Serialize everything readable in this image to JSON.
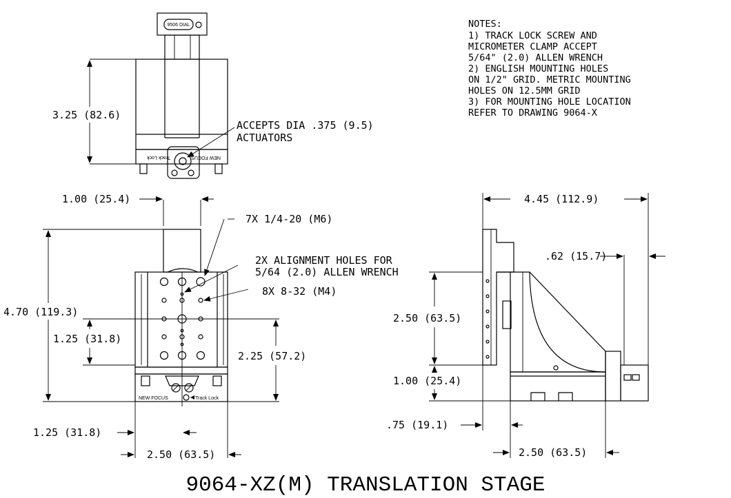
{
  "notes": {
    "heading": "NOTES:",
    "lines": [
      "1) TRACK LOCK SCREW AND",
      "MICROMETER CLAMP ACCEPT",
      "5/64\" (2.0) ALLEN WRENCH",
      "2) ENGLISH MOUNTING HOLES",
      "ON 1/2\" GRID. METRIC MOUNTING",
      "HOLES ON 12.5MM GRID",
      "3) FOR MOUNTING HOLE LOCATION",
      "REFER TO DRAWING 9064-X"
    ]
  },
  "top_view": {
    "height_dim": "3.25 (82.6)",
    "actuator_note_1": "ACCEPTS DIA .375 (9.5)",
    "actuator_note_2": "ACTUATORS",
    "brand": "NEW FOCUS",
    "track_lock": "Track Lock",
    "micrometer_label": "9506 DIAL"
  },
  "front_view": {
    "dim_width_top": "1.00 (25.4)",
    "dim_tap_holes": "7X 1/4-20 (M6)",
    "dim_alignment_1": "2X ALIGNMENT HOLES FOR",
    "dim_alignment_2": "5/64 (2.0) ALLEN WRENCH",
    "dim_small_holes": "8X 8-32 (M4)",
    "dim_total_height": "4.70 (119.3)",
    "dim_hole_height": "1.25 (31.8)",
    "dim_center_height": "2.25 (57.2)",
    "dim_left_offset": "1.25 (31.8)",
    "dim_width_bottom": "2.50 (63.5)",
    "brand": "NEW FOCUS",
    "track_lock": "Track Lock"
  },
  "side_view": {
    "dim_depth": "4.45 (112.9)",
    "dim_offset": ".62 (15.7)",
    "dim_height": "2.50 (63.5)",
    "dim_base_height": "1.00 (25.4)",
    "dim_left_offset": ".75 (19.1)",
    "dim_width_bottom": "2.50 (63.5)"
  },
  "title": "9064-XZ(M) TRANSLATION STAGE"
}
